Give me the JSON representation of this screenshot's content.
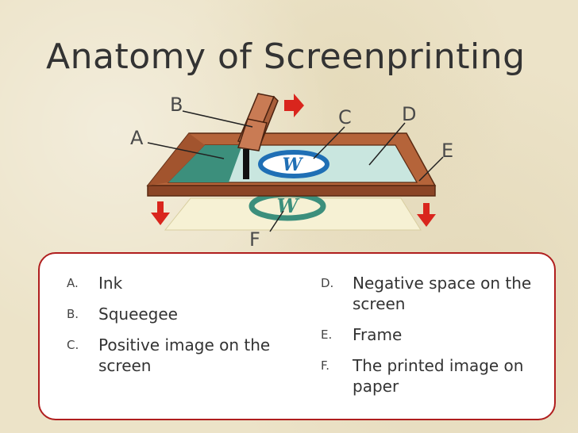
{
  "title": "Anatomy of Screenprinting",
  "diagram": {
    "labels": {
      "a": "A",
      "b": "B",
      "c": "C",
      "d": "D",
      "e": "E",
      "f": "F"
    },
    "logo_letter": "W",
    "colors": {
      "frame": "#a0522d",
      "frame_dark": "#7a3b1e",
      "mesh": "#c9e6df",
      "ink": "#3c8f7c",
      "positive_ring": "#1f6fb5",
      "print": "#3c8f7c",
      "paper": "#f6f1d4",
      "arrow": "#d9251d",
      "squeegee": "#c97b54"
    }
  },
  "legend": {
    "left": [
      {
        "letter": "A.",
        "text": "Ink"
      },
      {
        "letter": "B.",
        "text": "Squeegee"
      },
      {
        "letter": "C.",
        "text": "Positive image on the screen"
      }
    ],
    "right": [
      {
        "letter": "D.",
        "text": "Negative space on the screen"
      },
      {
        "letter": "E.",
        "text": "Frame"
      },
      {
        "letter": "F.",
        "text": "The printed image on paper"
      }
    ]
  }
}
